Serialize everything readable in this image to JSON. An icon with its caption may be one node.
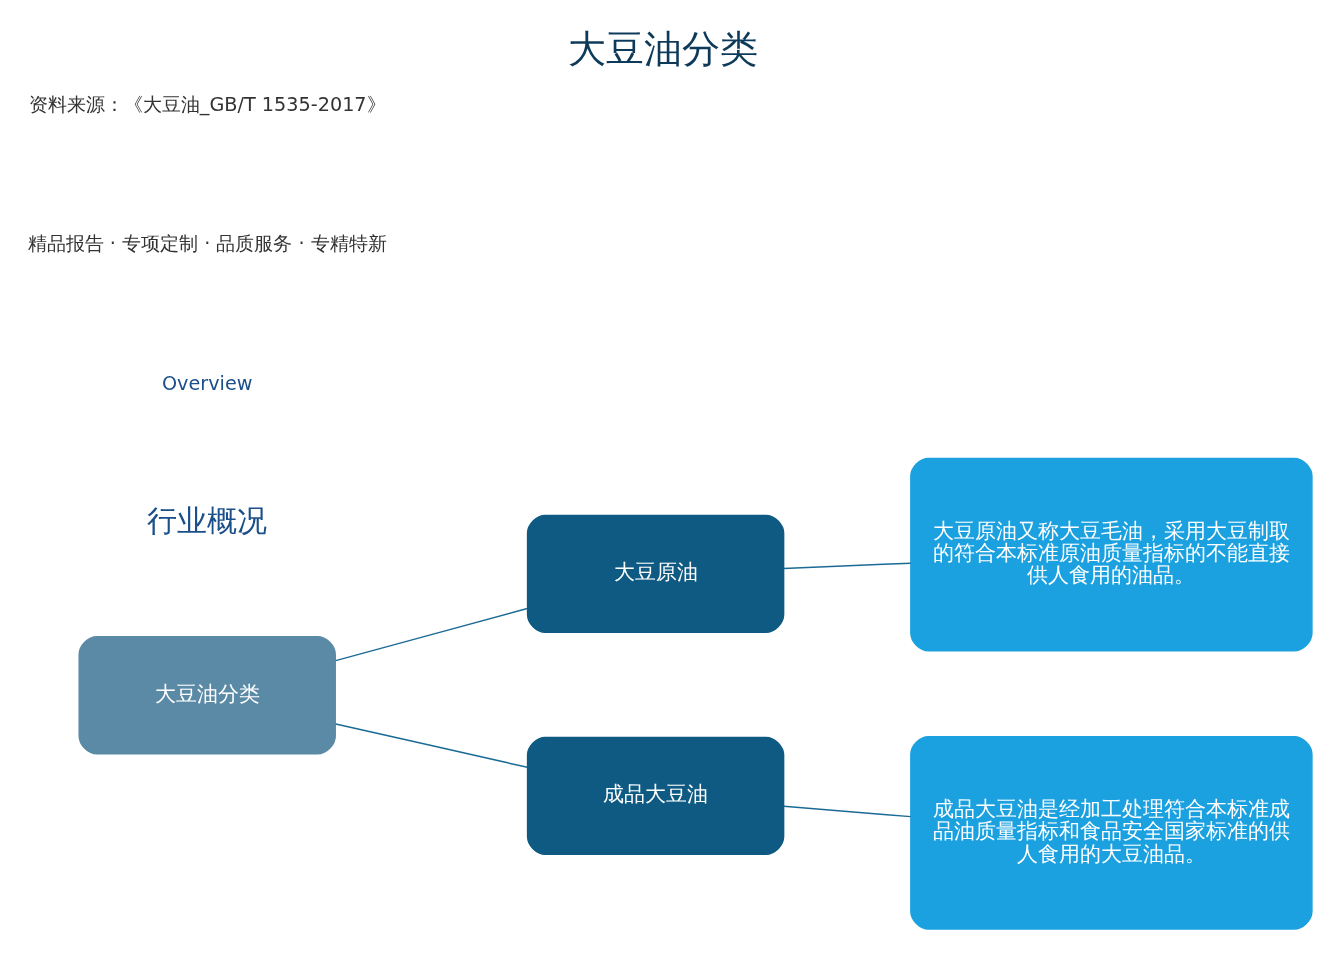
{
  "diagram": {
    "title": "大豆油分类",
    "nodes": [
      {
        "text": [
          "大豆油分类"
        ]
      },
      {
        "text": [
          "大豆原油"
        ]
      },
      {
        "text": [
          "成品大豆油"
        ]
      },
      {
        "text": [
          "大豆原油又称大豆毛油，采用大豆制取的符合本标准原油质量指标的不能直接供人食用的油品。"
        ]
      },
      {
        "text": [
          "成品大豆油是经加工处理符合本标准成品油质量指标和食品安全国家标准的供人食用的大豆油品。"
        ]
      }
    ],
    "edges": [
      {
        "from": 0,
        "to": 1,
        "arrow": "none"
      },
      {
        "from": 0,
        "to": 2,
        "arrow": "none"
      },
      {
        "from": 1,
        "to": 3,
        "arrow": "none"
      },
      {
        "from": 2,
        "to": 4,
        "arrow": "none"
      }
    ],
    "labels": [
      "行业概况",
      "Overview",
      "精品报告 · 专项定制 · 品质服务 · 专精特新",
      "资料来源：《大豆油_GB/T 1535-2017》"
    ]
  }
}
